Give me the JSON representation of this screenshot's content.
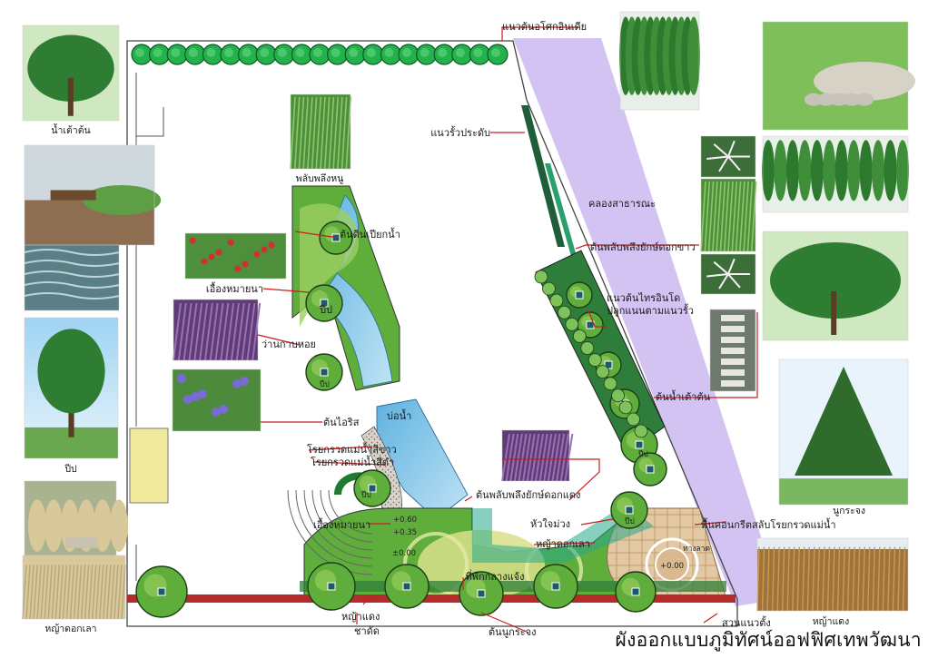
{
  "title": "ผังออกแบบภูมิทัศน์ออฟฟิศเทพวัฒนา",
  "plan_labels": {
    "indian_trees": "แนวต้นอโศกอินเดีย",
    "fence": "แนวรั้วประดับ",
    "canal": "คลองสาธารณะ",
    "water_plant": "ต้นดินเปียกน้ำ",
    "dianella": "ว่านกาบหอย",
    "iris": "ต้นไอริส",
    "white_pebbles": "โรยกรวดแม่น้ำสีขาว",
    "black_pebbles": "โรยกรวดแม่น้ำสีดำ",
    "pond": "บ่อน้ำ",
    "puea_lower": "เอื้องหมายนา",
    "red_spider_lily": "ต้นพลับพลึงยักษ์ดอกแดง",
    "nut_grass": "หัวใจม่วง",
    "flower_grass_plan": "หญ้าดอกเลา",
    "seating_area": "ที่พักกลางแจ้ง",
    "white_spider_lily": "ต้นพลับพลึงยักษ์ดอกขาว",
    "bamboo_row": "แนวต้นไทรอินโด\nปลูกแนนตามแนวรั้ว",
    "rain_tree_plan": "ต้นน้ำเต้าต้น",
    "paving": "พื้นคอนกรีตสลับโรยกรวดแม่น้ำ",
    "red_grass_plan": "หญ้าแดง",
    "tea_plant": "ชาดัด",
    "pine_plan": "ต้นนูกระจง",
    "garden_edge": "สวนแนวตั้ง",
    "lotus_left": "เอื้องหมายนา",
    "level_060": "+0.60",
    "level_035": "+0.35",
    "level_000": "±0.00",
    "level_center": "+0.00",
    "ramp": "ทางลาด",
    "pip_1": "ปีป",
    "pip_2": "ปีป",
    "pip_3": "ปีป",
    "pip_4": "ปีป",
    "pip_5": "ปีป"
  },
  "photo_captions": {
    "calabash": "น้ำเต้าต้น",
    "pip": "ปีป",
    "flower_grass": "หญ้าดอกเลา",
    "phlaplung": "พลับพลึงหนู",
    "pine": "นูกระจง",
    "red_grass": "หญ้าแดง"
  },
  "colors": {
    "grass": "#5fae3c",
    "grass_light": "#9ccf60",
    "tree_dark": "#1e7a34",
    "tree_bright": "#22b14c",
    "water": "#7cc3e8",
    "canal": "#cbb8f0",
    "paving": "#d9b98f",
    "callout": "#c81e1e"
  }
}
